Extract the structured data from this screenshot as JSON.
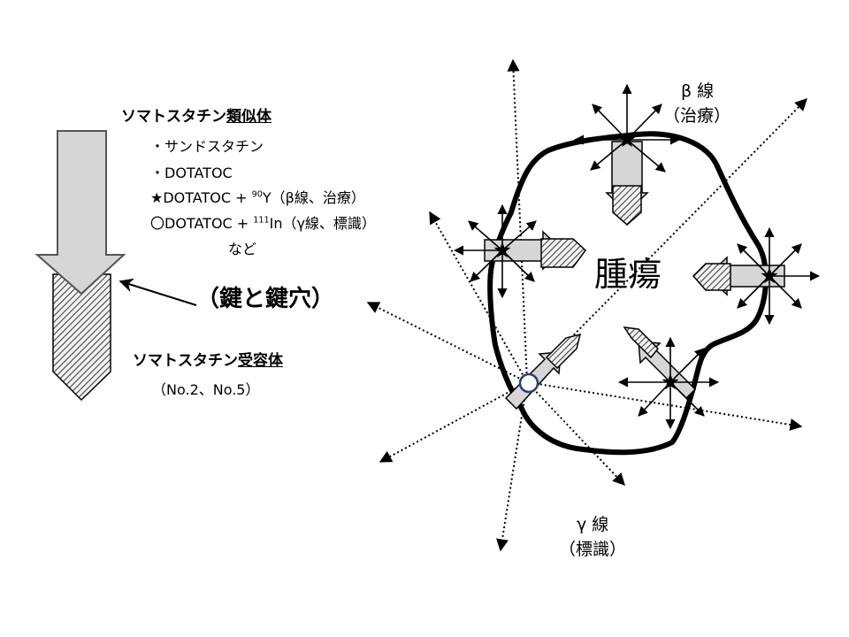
{
  "left": {
    "analog_title_a": "ソマトスタチン",
    "analog_title_b": "類似体",
    "items": [
      {
        "marker": "・",
        "name": "サンドスタチン"
      },
      {
        "marker": "・",
        "name": "DOTATOC"
      },
      {
        "marker": "★",
        "name": "DOTATOC + ",
        "iso_num": "90",
        "iso_sym": "Y",
        "note": "（β線、治療）"
      },
      {
        "marker": "〇",
        "name": "DOTATOC + ",
        "iso_num": "111",
        "iso_sym": "In",
        "note": "（γ線、標識）"
      }
    ],
    "etc": "など",
    "key_label": "（鍵と鍵穴）",
    "receptor_title_a": "ソマトスタチン",
    "receptor_title_b": "受容体",
    "receptor_sub": "（No.2、No.5）"
  },
  "right": {
    "tumor": "腫瘍",
    "beta_label": "β 線",
    "beta_sub": "（治療）",
    "gamma_label": "γ 線",
    "gamma_sub": "（標識）"
  },
  "colors": {
    "arrow_fill": "#d6d6d6",
    "outline": "#000000",
    "hatch": "#444444"
  }
}
